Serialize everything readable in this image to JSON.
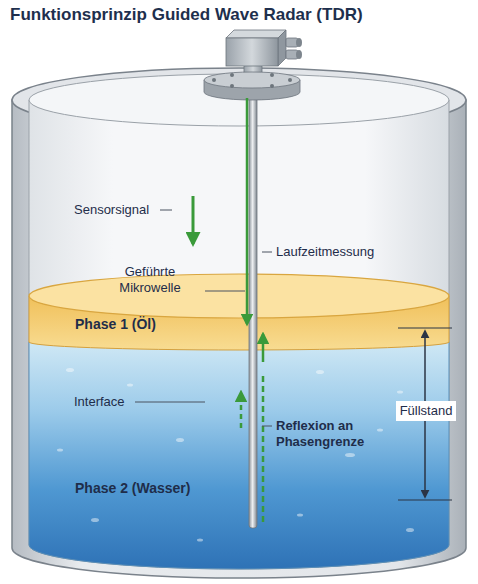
{
  "diagram": {
    "title": "Funktionsprinzip Guided Wave Radar (TDR)",
    "nodes": [
      {
        "text": [
          "Phase 1 (Öl)"
        ]
      },
      {
        "text": [
          "Phase 2 (Wasser)"
        ]
      }
    ],
    "labels": [
      "Sensorsignal",
      "Laufzeitmessung",
      "Geführte Mikrowelle",
      "Interface",
      "Reflexion an Phasengrenze",
      "Füllstand"
    ]
  }
}
